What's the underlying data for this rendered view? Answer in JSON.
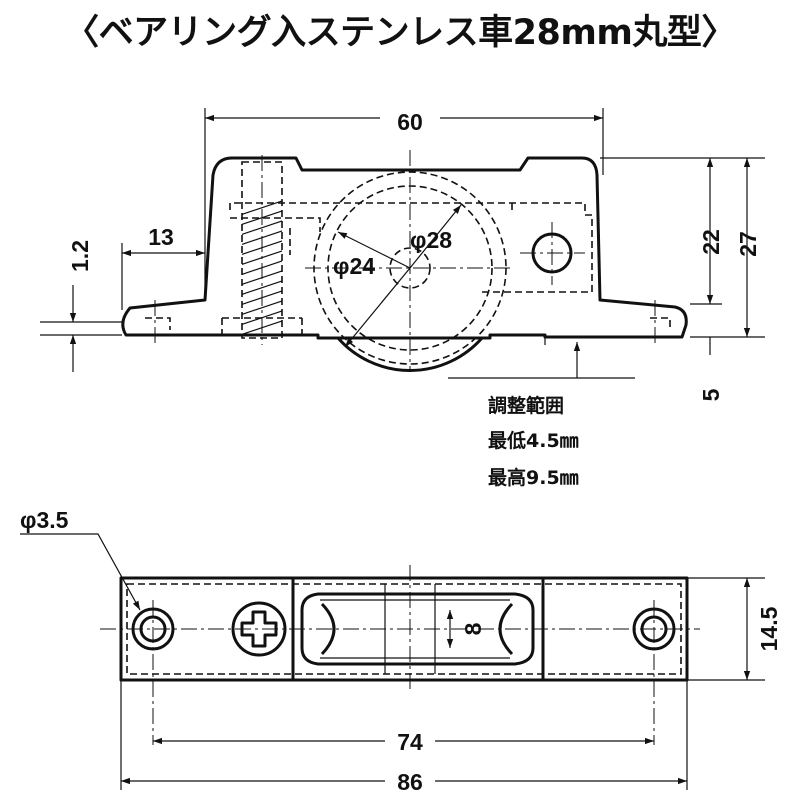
{
  "title": "〈ベアリング入ステンレス車28mm丸型〉",
  "front_view": {
    "dim_width": "60",
    "dim_height_total": "27",
    "dim_height_body": "22",
    "dim_offset": "13",
    "dim_plate": "1.2",
    "dim_wheel_outer": "φ28",
    "dim_wheel_inner": "φ24",
    "dim_adjust": "5"
  },
  "adjust_note": {
    "line1": "調整範囲",
    "line2": "最低4.5㎜",
    "line3": "最高9.5㎜"
  },
  "bottom_view": {
    "dim_hole": "φ3.5",
    "dim_wheel_width": "8",
    "dim_height": "14.5",
    "dim_hole_pitch": "74",
    "dim_total_length": "86"
  }
}
